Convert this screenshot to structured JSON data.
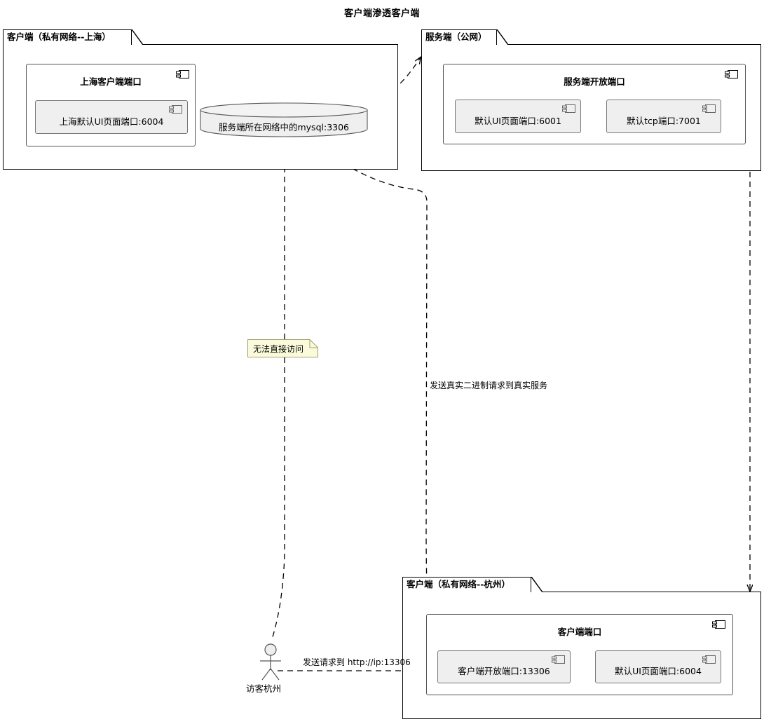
{
  "diagram": {
    "title": "客户端渗透客户端",
    "type": "uml-deployment-diagram"
  },
  "packages": [
    {
      "id": "pkg-client-shanghai",
      "label": "客户端（私有网络--上海）",
      "component": {
        "id": "comp-shanghai-client-ports",
        "title": "上海客户端端口",
        "icon": "component-icon",
        "ports": [
          {
            "id": "port-shanghai-ui",
            "label": "上海默认UI页面端口:6004",
            "icon": "component-icon"
          }
        ]
      }
    },
    {
      "id": "pkg-server-public",
      "label": "服务端（公网）",
      "component": {
        "id": "comp-server-open-ports",
        "title": "服务端开放端口",
        "icon": "component-icon",
        "ports": [
          {
            "id": "port-server-ui",
            "label": "默认UI页面端口:6001",
            "icon": "component-icon"
          },
          {
            "id": "port-server-tcp",
            "label": "默认tcp端口:7001",
            "icon": "component-icon"
          }
        ]
      }
    },
    {
      "id": "pkg-client-hangzhou",
      "label": "客户端（私有网络--杭州）",
      "component": {
        "id": "comp-hangzhou-client-ports",
        "title": "客户端端口",
        "icon": "component-icon",
        "ports": [
          {
            "id": "port-hangzhou-open",
            "label": "客户端开放端口:13306",
            "icon": "component-icon"
          },
          {
            "id": "port-hangzhou-ui",
            "label": "默认UI页面端口:6004",
            "icon": "component-icon"
          }
        ]
      }
    }
  ],
  "database": {
    "id": "db-mysql",
    "label": "服务端所在网络中的mysql:3306",
    "icon": "database-cylinder-icon"
  },
  "note": {
    "id": "note-no-direct-access",
    "text": "无法直接访问",
    "fill": "#fbfbdc",
    "stroke": "#a0a070"
  },
  "actor": {
    "id": "actor-visitor-hangzhou",
    "label": "访客杭州",
    "icon": "actor-stick-figure-icon"
  },
  "edges": [
    {
      "id": "edge-visitor-to-hangzhou-port",
      "label": "发送请求到 http://ip:13306",
      "style": "dashed",
      "arrow": "open"
    },
    {
      "id": "edge-server-to-hangzhou",
      "label": "发送真实二进制请求到真实服务",
      "style": "dashed",
      "arrow": "open"
    },
    {
      "id": "edge-hangzhou-to-mysql",
      "label": "",
      "style": "dashed",
      "arrow": "open"
    },
    {
      "id": "edge-mysql-to-server",
      "label": "",
      "style": "dashed",
      "arrow": "open"
    },
    {
      "id": "edge-visitor-to-mysql",
      "label": "",
      "style": "dashed",
      "arrow": "none"
    }
  ],
  "colors": {
    "background": "#ffffff",
    "stroke": "#000000",
    "component_fill": "#ffffff",
    "leaf_fill": "#efefef",
    "note_fill": "#fbfbdc",
    "db_fill": "#efefef"
  }
}
